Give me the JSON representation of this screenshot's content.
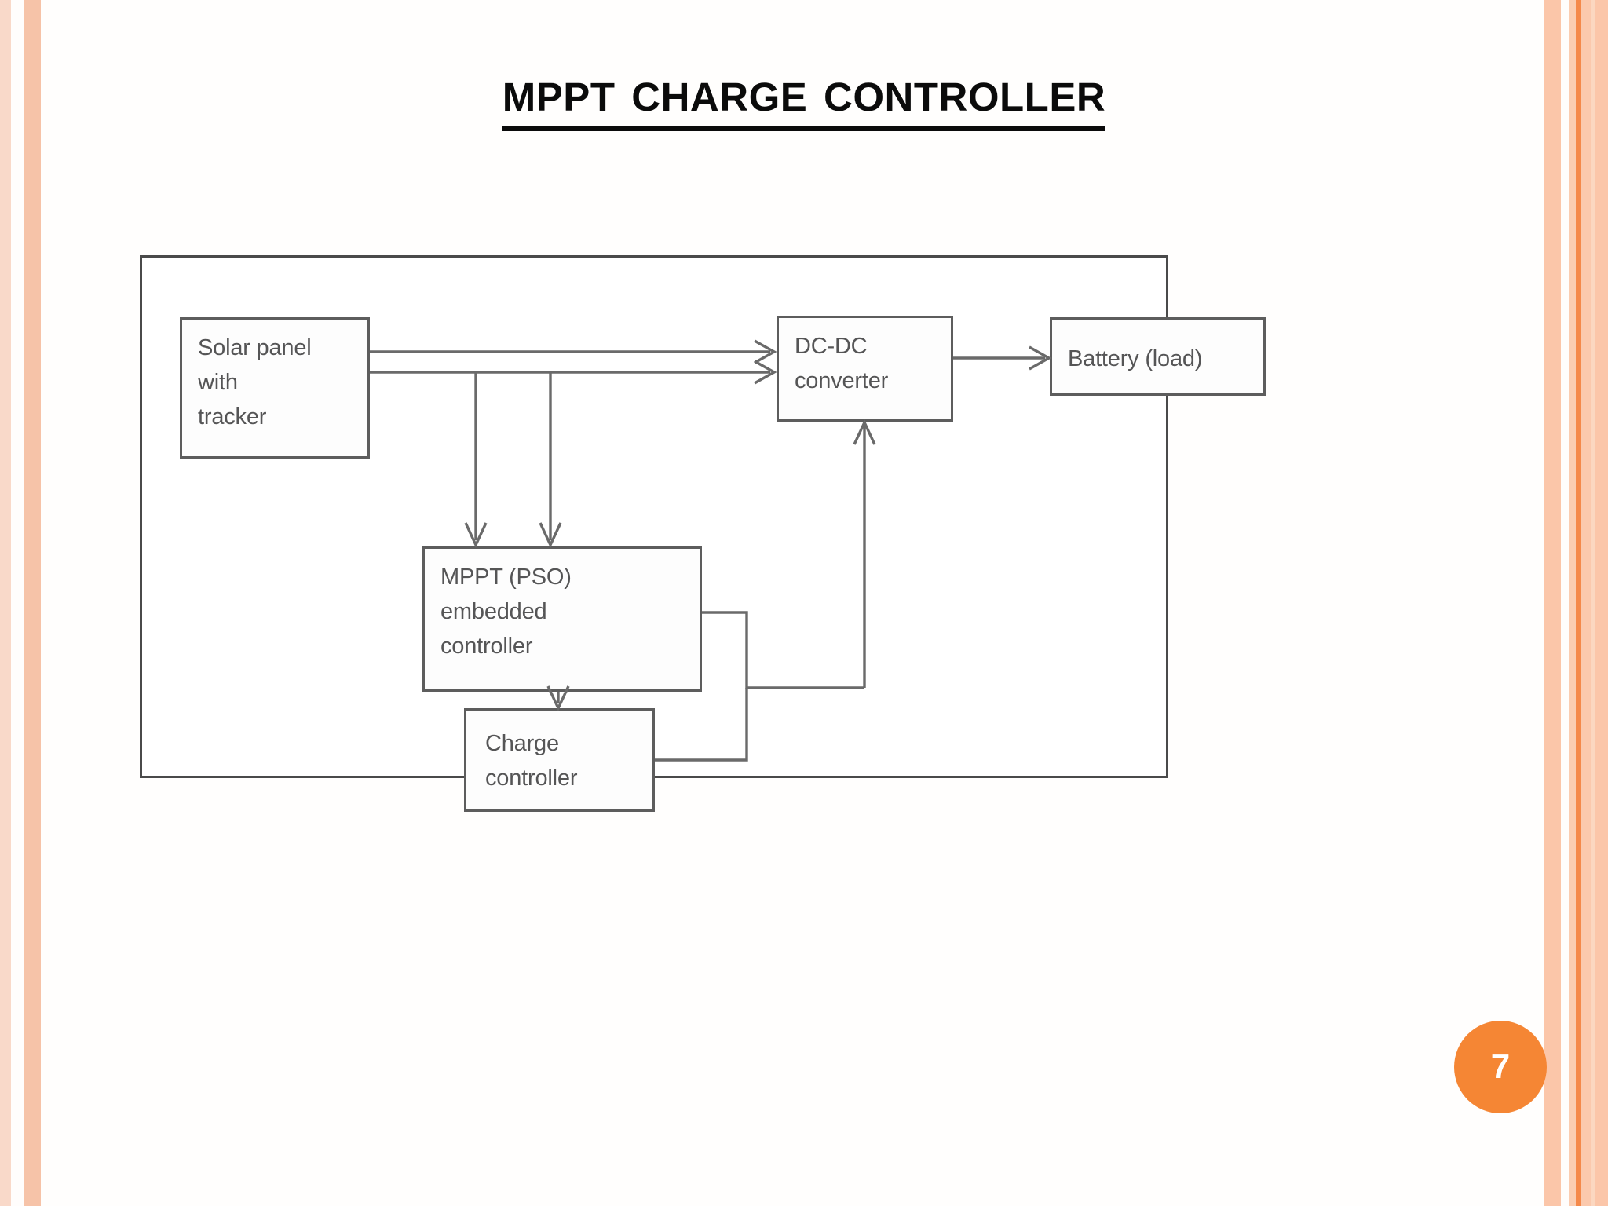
{
  "slide": {
    "title": "MPPT Charge Controller",
    "page_number": "7",
    "background_color": "#fffefd",
    "accent_color": "#f58634",
    "border_color": "#f6c3a8"
  },
  "diagram": {
    "type": "block-diagram",
    "frame_border_color": "#4a4a4a",
    "node_border_color": "#5d5d5d",
    "node_text_color": "#555556",
    "nodes": [
      {
        "id": "solar",
        "name": "solar-panel-node",
        "lines": [
          "Solar panel",
          "with",
          "tracker"
        ]
      },
      {
        "id": "dcdc",
        "name": "dc-dc-converter-node",
        "lines": [
          "DC-DC",
          "converter"
        ]
      },
      {
        "id": "battery",
        "name": "battery-load-node",
        "lines": [
          "Battery (load)"
        ]
      },
      {
        "id": "mppt",
        "name": "mppt-controller-node",
        "lines": [
          "MPPT (PSO)",
          "embedded",
          "controller"
        ]
      },
      {
        "id": "charge",
        "name": "charge-controller-node",
        "lines": [
          "Charge",
          "controller"
        ]
      }
    ],
    "connections": [
      {
        "from": "solar",
        "to": "dcdc",
        "style": "double-line",
        "arrowhead": "open-v"
      },
      {
        "from": "solar",
        "to": "mppt",
        "style": "branch-down",
        "arrowhead": "open-v",
        "count": 2
      },
      {
        "from": "dcdc",
        "to": "battery",
        "style": "single-line",
        "arrowhead": "open-v"
      },
      {
        "from": "mppt",
        "to": "charge",
        "style": "single-line",
        "arrowhead": "open-v"
      },
      {
        "from": "mppt",
        "to": "dcdc",
        "style": "orthogonal-feedback",
        "arrowhead": "open-v"
      },
      {
        "from": "charge",
        "to": "dcdc",
        "style": "orthogonal-feedback",
        "arrowhead": "none"
      }
    ]
  }
}
